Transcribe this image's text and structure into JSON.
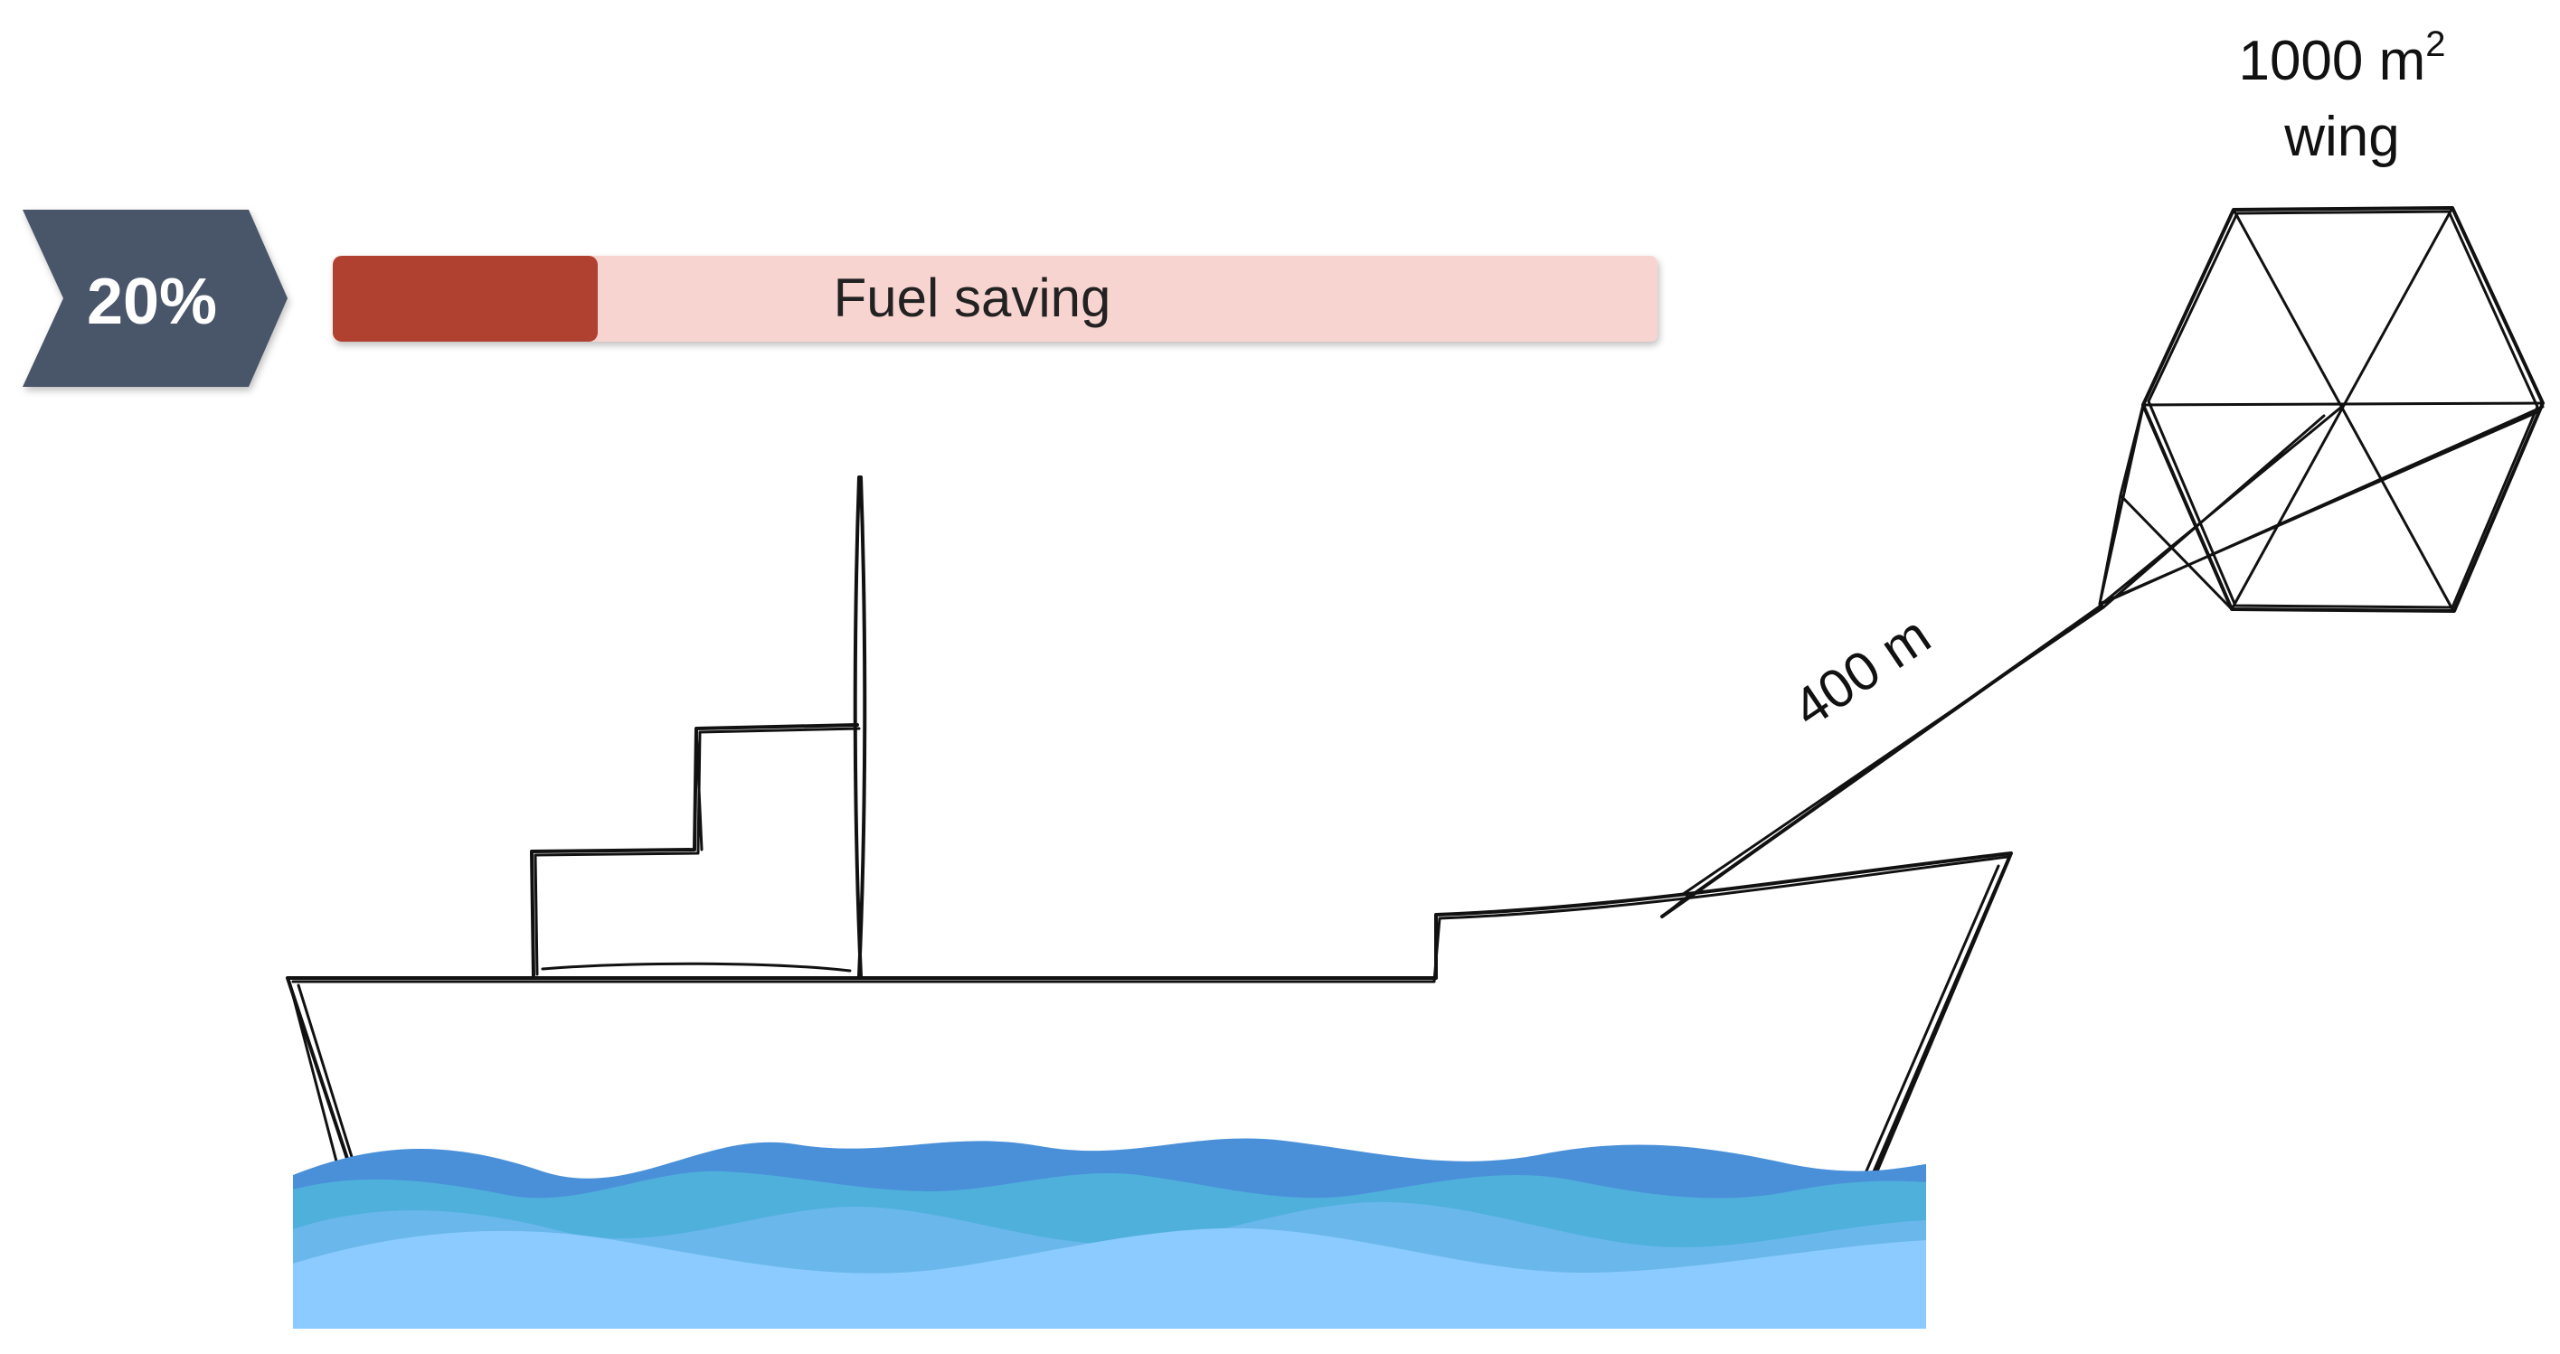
{
  "badge": {
    "value_label": "20%",
    "color": "#4a5568"
  },
  "fuel_bar": {
    "label": "Fuel saving",
    "fill_fraction": 0.2,
    "fill_color": "#b0402f",
    "track_color": "#f8d4d0"
  },
  "kite": {
    "area_value": "1000 m",
    "area_exponent": "2",
    "name_label": "wing"
  },
  "tether": {
    "length_label": "400 m"
  },
  "water": {
    "colors": [
      "#4a90d9",
      "#4fb0dc",
      "#6ab7ec",
      "#8ccbff"
    ]
  }
}
